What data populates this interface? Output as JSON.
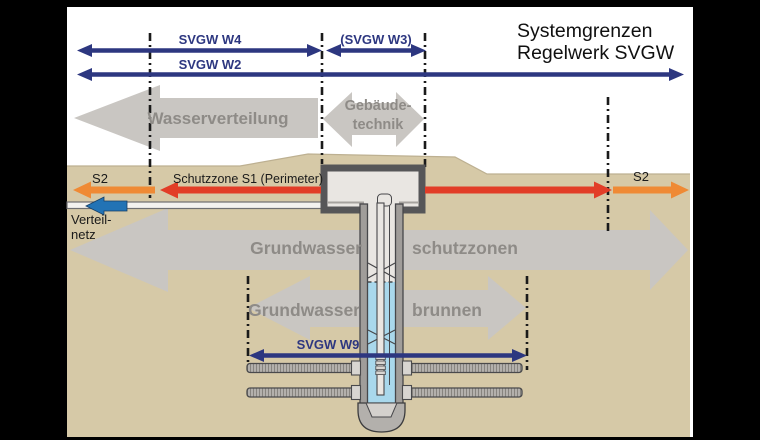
{
  "title": {
    "line1": "Systemgrenzen",
    "line2": "Regelwerk SVGW"
  },
  "labels": {
    "svgw_w4": "SVGW W4",
    "svgw_w3": "(SVGW W3)",
    "svgw_w2": "SVGW W2",
    "svgw_w9": "SVGW W9",
    "wasserverteilung": "Wasserverteilung",
    "gebaeudetechnik_line1": "Gebäude-",
    "gebaeudetechnik_line2": "technik",
    "schutzzone_s1": "Schutzzone S1 (Perimeter)",
    "s2_left": "S2",
    "s2_right": "S2",
    "verteilnetz_line1": "Verteil-",
    "verteilnetz_line2": "netz",
    "grundwasserschutzzonen_left": "Grundwasser",
    "grundwasserschutzzonen_right": "schutzzonen",
    "grundwasserbrunnen_left": "Grundwasser",
    "grundwasserbrunnen_right": "brunnen"
  },
  "colors": {
    "frame": "#000000",
    "panel": "#ffffff",
    "ground": "#d6c9a7",
    "zone_arrow_gray": "#c9c6c2",
    "zone_text_gray": "#8e8b87",
    "navy": "#2d3780",
    "red": "#e23d27",
    "orange": "#ef8a35",
    "blue": "#2273b5",
    "water": "#a9d8ec",
    "casing_gray": "#a09d9a"
  }
}
